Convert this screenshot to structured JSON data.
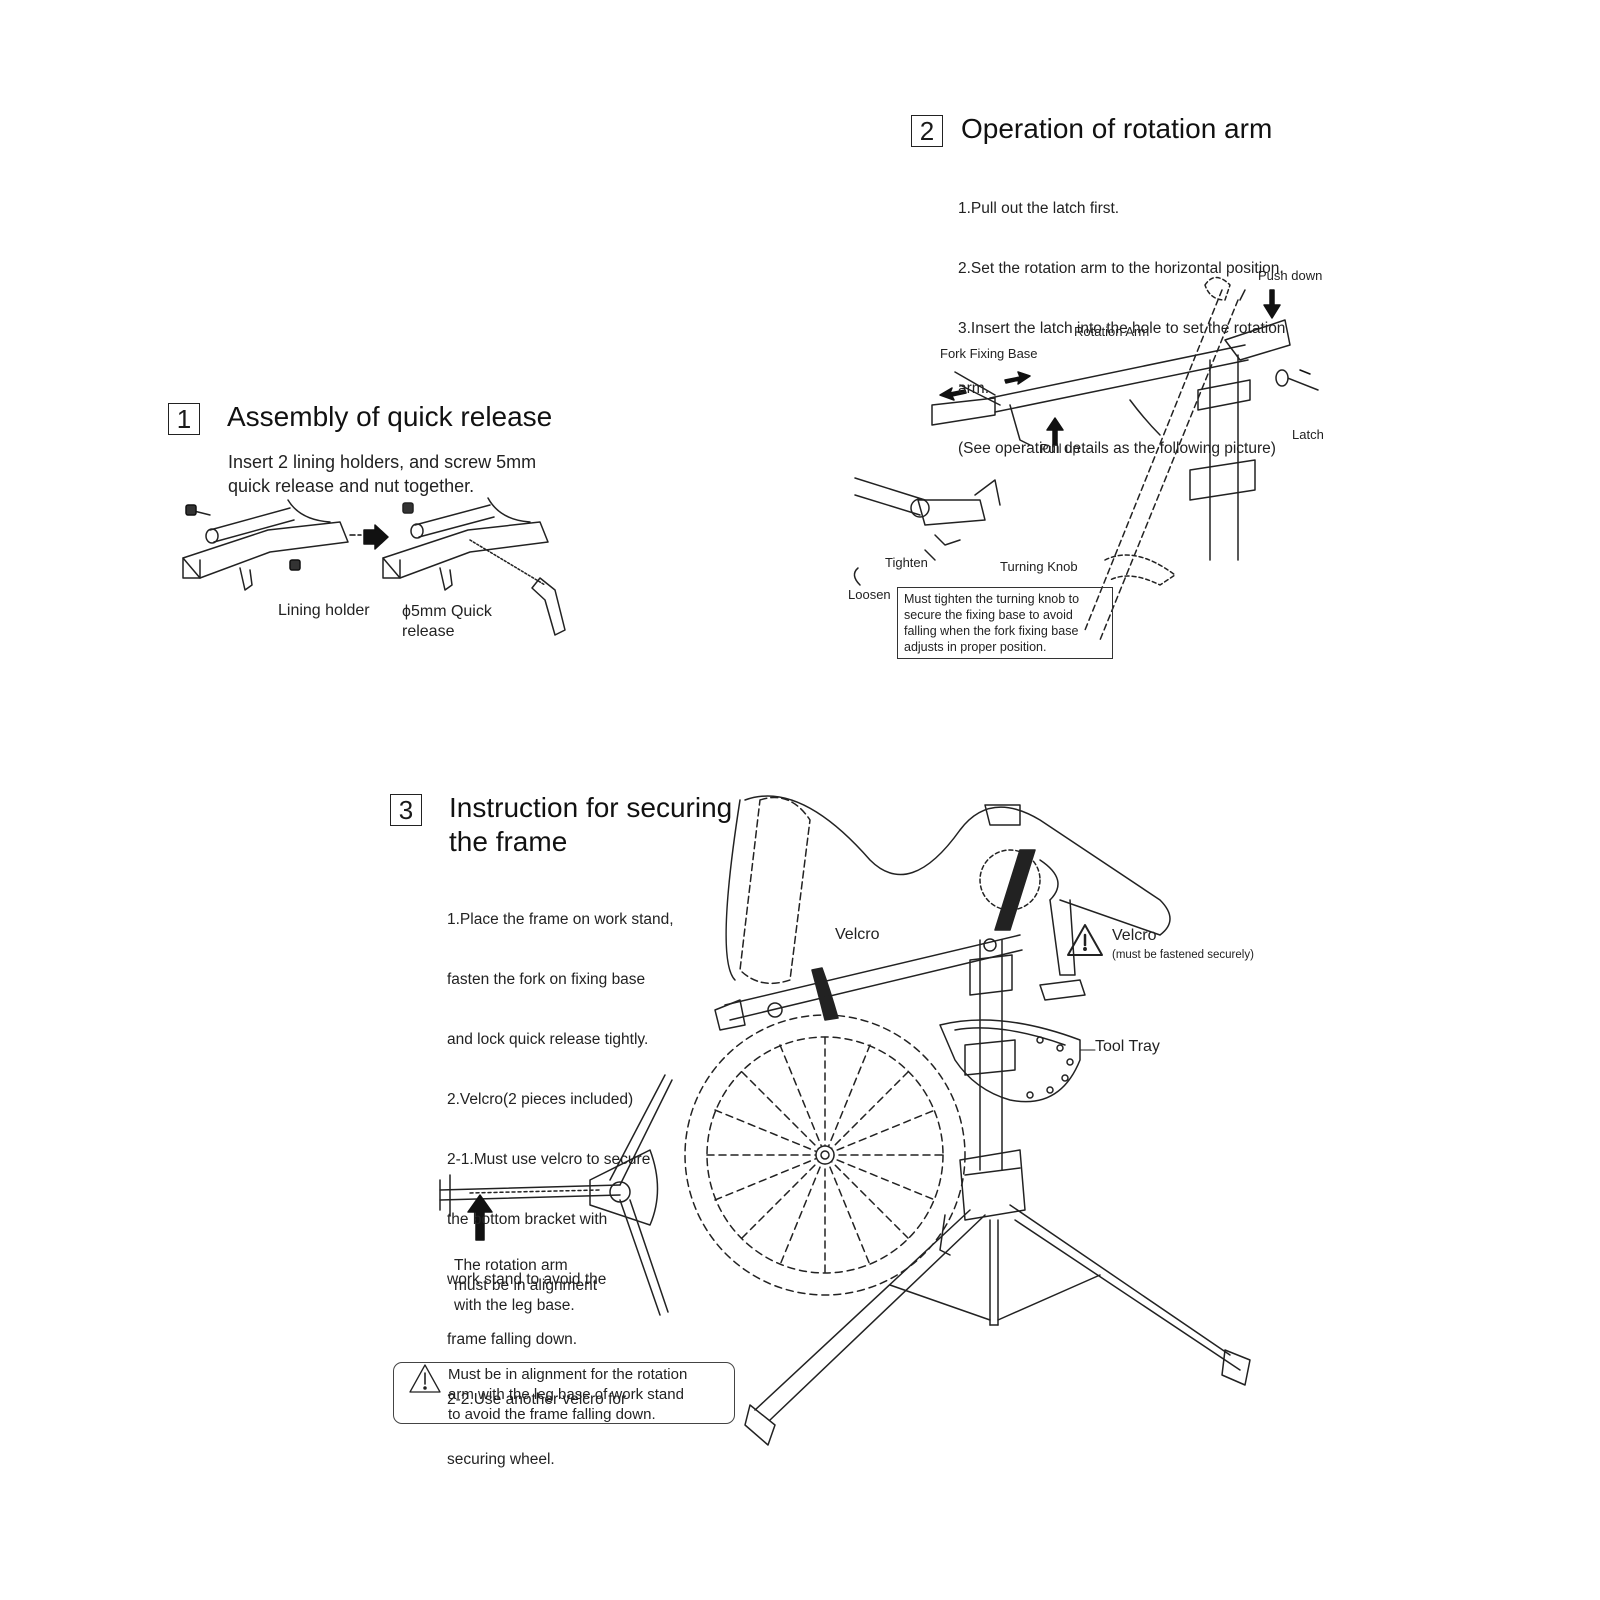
{
  "section1": {
    "number": "1",
    "title": "Assembly of quick release",
    "instruction": [
      "Insert 2 lining holders, and screw 5mm",
      "quick release and nut together."
    ],
    "labels": {
      "lining_holder": "Lining holder",
      "quick_release_line1": "ϕ5mm Quick",
      "quick_release_line2": "release"
    }
  },
  "section2": {
    "number": "2",
    "title": "Operation of rotation arm",
    "steps": [
      "1.Pull out the latch first.",
      "2.Set the rotation arm to the horizontal position.",
      "3.Insert the latch into the hole to set the rotation",
      "   arm.",
      "   (See operation details as the following picture)"
    ],
    "labels": {
      "push_down": "Push down",
      "rotation_arm": "Rotation Arm",
      "fork_fixing_base": "Fork Fixing Base",
      "pull_up": "Pull up",
      "latch": "Latch",
      "tighten": "Tighten",
      "turning_knob": "Turning Knob",
      "loosen": "Loosen"
    },
    "note": [
      "Must tighten the turning knob to",
      "secure the fixing base to avoid",
      "falling when the fork fixing base",
      "adjusts in proper position."
    ]
  },
  "section3": {
    "number": "3",
    "title_line1": "Instruction for securing",
    "title_line2": "the frame",
    "steps": [
      "1.Place the frame on work stand,",
      "   fasten the fork on fixing base",
      "   and lock quick release tightly.",
      "2.Velcro(2 pieces included)",
      "   2-1.Must use velcro to secure",
      "         the bottom bracket with",
      "         work stand to avoid the",
      "         frame falling down.",
      "   2-2.Use another velcro for",
      "         securing wheel."
    ],
    "labels": {
      "velcro_left": "Velcro",
      "velcro_right": "Velcro",
      "velcro_right_sub": "(must be fastened securely)",
      "tool_tray": "Tool Tray"
    },
    "alignment_caption": [
      "The rotation arm",
      "must be in alignment",
      "with the leg base."
    ],
    "warning": [
      "Must be in alignment for the rotation",
      "arm with the leg base of work stand",
      "to avoid the frame falling down."
    ]
  }
}
